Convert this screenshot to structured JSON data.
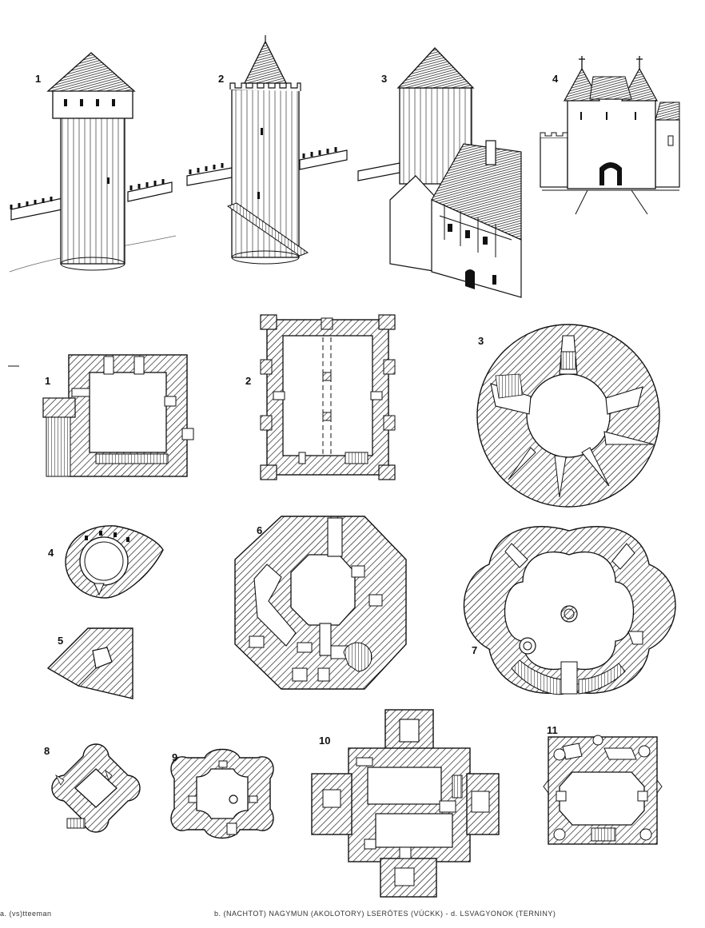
{
  "elevations": {
    "labels": [
      "1",
      "2",
      "3",
      "4"
    ]
  },
  "plans": {
    "labels": [
      "1",
      "2",
      "3",
      "4",
      "5",
      "6",
      "7",
      "8",
      "9",
      "10",
      "11"
    ]
  },
  "footer": {
    "left": "a. (vs)tteeman",
    "right": "b. (NACHTOT) NAGYMUN (AKOLOTORY) LSERÖTES (VÚCKK) - d. LSVAGYONOK (TERNINY)"
  },
  "colors": {
    "ink": "#111111",
    "paper": "#ffffff",
    "roof": "#2a2a2a"
  }
}
